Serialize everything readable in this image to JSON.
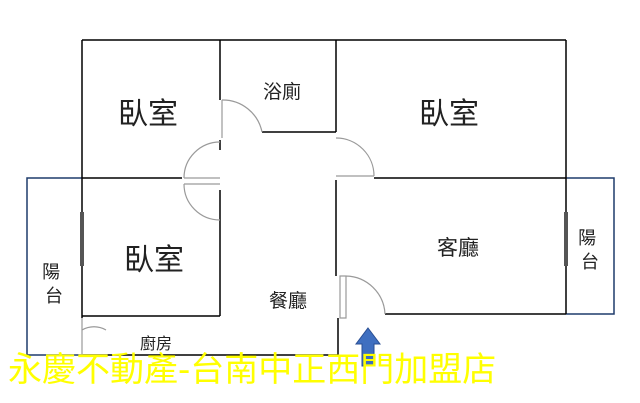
{
  "rooms": {
    "bedroom_top_left": "臥室",
    "bathroom": "浴廁",
    "bedroom_top_right": "臥室",
    "bedroom_bottom_left": "臥室",
    "living_room": "客廳",
    "dining_room": "餐廳",
    "kitchen": "廚房",
    "balcony_left": "陽台",
    "balcony_right": "陽台"
  },
  "watermark": "永慶不動產-台南中正西門加盟店",
  "colors": {
    "wall": "#000000",
    "balcony_wall": "#1f3b6b",
    "door": "#9a9a9a",
    "entrance_arrow": "#3f6fc0",
    "watermark": "#ffff00"
  },
  "icons": {
    "entrance": "up-arrow-icon"
  }
}
